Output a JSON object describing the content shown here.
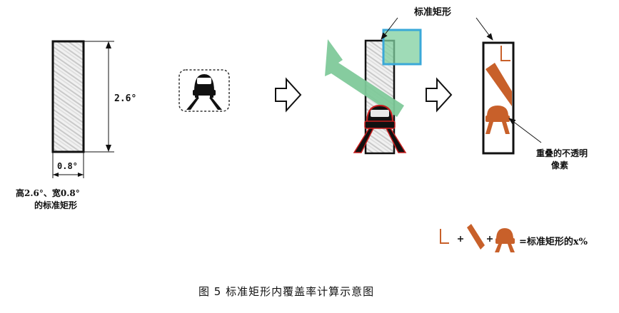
{
  "figure": {
    "caption": "图 5   标准矩形内覆盖率计算示意图"
  },
  "left_panel": {
    "height_label": "2.6°",
    "width_label": "0.8°",
    "desc_line1": "高2.6°、宽0.8°",
    "desc_line2": "的标准矩形"
  },
  "middle_panel": {
    "rect_label": "标准矩形"
  },
  "right_panel": {
    "overlap_line1": "重叠的不透明",
    "overlap_line2": "像素"
  },
  "equation": {
    "result": "=标准矩形的x%"
  },
  "colors": {
    "overlap_orange": "#c8602a",
    "arrow_green": "#7fc99a",
    "square_blue": "#3aa8d8",
    "square_fill": "#7fcf9f",
    "car_red": "#c81e1e",
    "outline": "#111111"
  }
}
